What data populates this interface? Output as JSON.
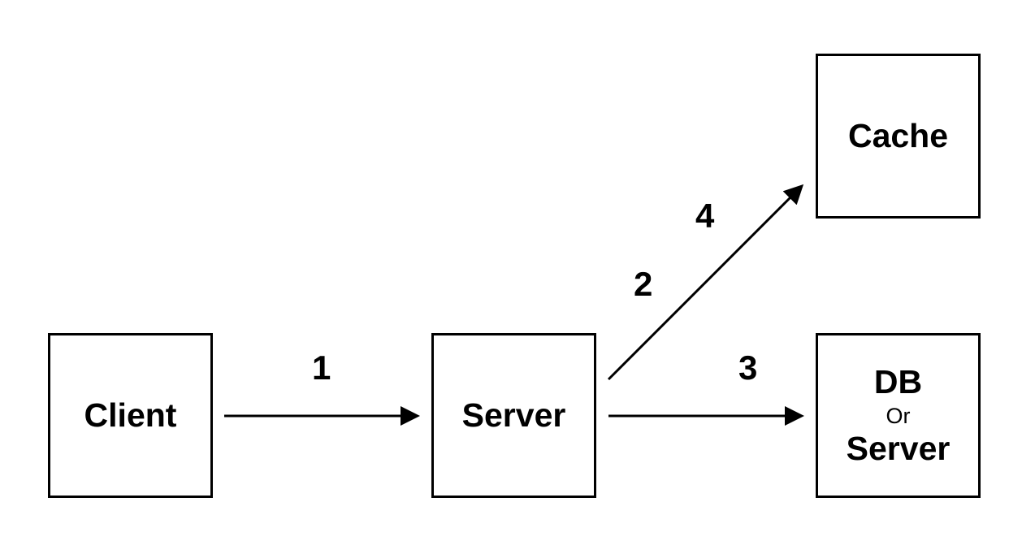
{
  "nodes": {
    "client": {
      "label": "Client"
    },
    "server": {
      "label": "Server"
    },
    "cache": {
      "label": "Cache"
    },
    "db": {
      "primary": "DB",
      "or": "Or",
      "secondary": "Server"
    }
  },
  "edges": [
    {
      "from": "Client",
      "to": "Server",
      "label": "1"
    },
    {
      "from": "Server",
      "to": "Cache",
      "label": "2"
    },
    {
      "from": "Server",
      "to": "DB Or Server",
      "label": "3"
    },
    {
      "from": "Server",
      "to": "Cache",
      "label": "4"
    }
  ],
  "colors": {
    "stroke": "#000000",
    "background": "#ffffff"
  }
}
